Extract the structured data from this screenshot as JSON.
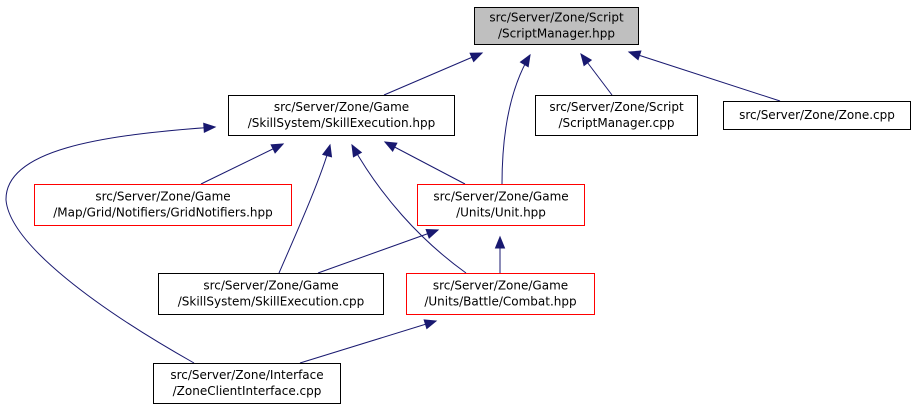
{
  "colors": {
    "edge": "#191970",
    "box_border_default": "#000000",
    "box_border_incomplete": "#ff0000",
    "root_fill": "#bfbfbf"
  },
  "nodes": {
    "script_manager_hpp": {
      "lines": [
        "src/Server/Zone/Script",
        "/ScriptManager.hpp"
      ],
      "style": "root"
    },
    "skill_execution_hpp": {
      "lines": [
        "src/Server/Zone/Game",
        "/SkillSystem/SkillExecution.hpp"
      ],
      "style": "black"
    },
    "script_manager_cpp": {
      "lines": [
        "src/Server/Zone/Script",
        "/ScriptManager.cpp"
      ],
      "style": "black"
    },
    "zone_cpp": {
      "lines": [
        "src/Server/Zone/Zone.cpp"
      ],
      "style": "black"
    },
    "grid_notifiers_hpp": {
      "lines": [
        "src/Server/Zone/Game",
        "/Map/Grid/Notifiers/GridNotifiers.hpp"
      ],
      "style": "red"
    },
    "unit_hpp": {
      "lines": [
        "src/Server/Zone/Game",
        "/Units/Unit.hpp"
      ],
      "style": "red"
    },
    "skill_execution_cpp": {
      "lines": [
        "src/Server/Zone/Game",
        "/SkillSystem/SkillExecution.cpp"
      ],
      "style": "black"
    },
    "combat_hpp": {
      "lines": [
        "src/Server/Zone/Game",
        "/Units/Battle/Combat.hpp"
      ],
      "style": "red"
    },
    "zone_client_interface": {
      "lines": [
        "src/Server/Zone/Interface",
        "/ZoneClientInterface.cpp"
      ],
      "style": "black"
    }
  },
  "edges": [
    {
      "from": "skill_execution_hpp",
      "to": "script_manager_hpp"
    },
    {
      "from": "unit_hpp",
      "to": "script_manager_hpp"
    },
    {
      "from": "script_manager_cpp",
      "to": "script_manager_hpp"
    },
    {
      "from": "zone_cpp",
      "to": "script_manager_hpp"
    },
    {
      "from": "grid_notifiers_hpp",
      "to": "skill_execution_hpp"
    },
    {
      "from": "skill_execution_cpp",
      "to": "skill_execution_hpp"
    },
    {
      "from": "combat_hpp",
      "to": "skill_execution_hpp"
    },
    {
      "from": "unit_hpp",
      "to": "skill_execution_hpp"
    },
    {
      "from": "zone_client_interface",
      "to": "skill_execution_hpp"
    },
    {
      "from": "skill_execution_cpp",
      "to": "unit_hpp"
    },
    {
      "from": "combat_hpp",
      "to": "unit_hpp"
    },
    {
      "from": "zone_client_interface",
      "to": "combat_hpp"
    }
  ]
}
